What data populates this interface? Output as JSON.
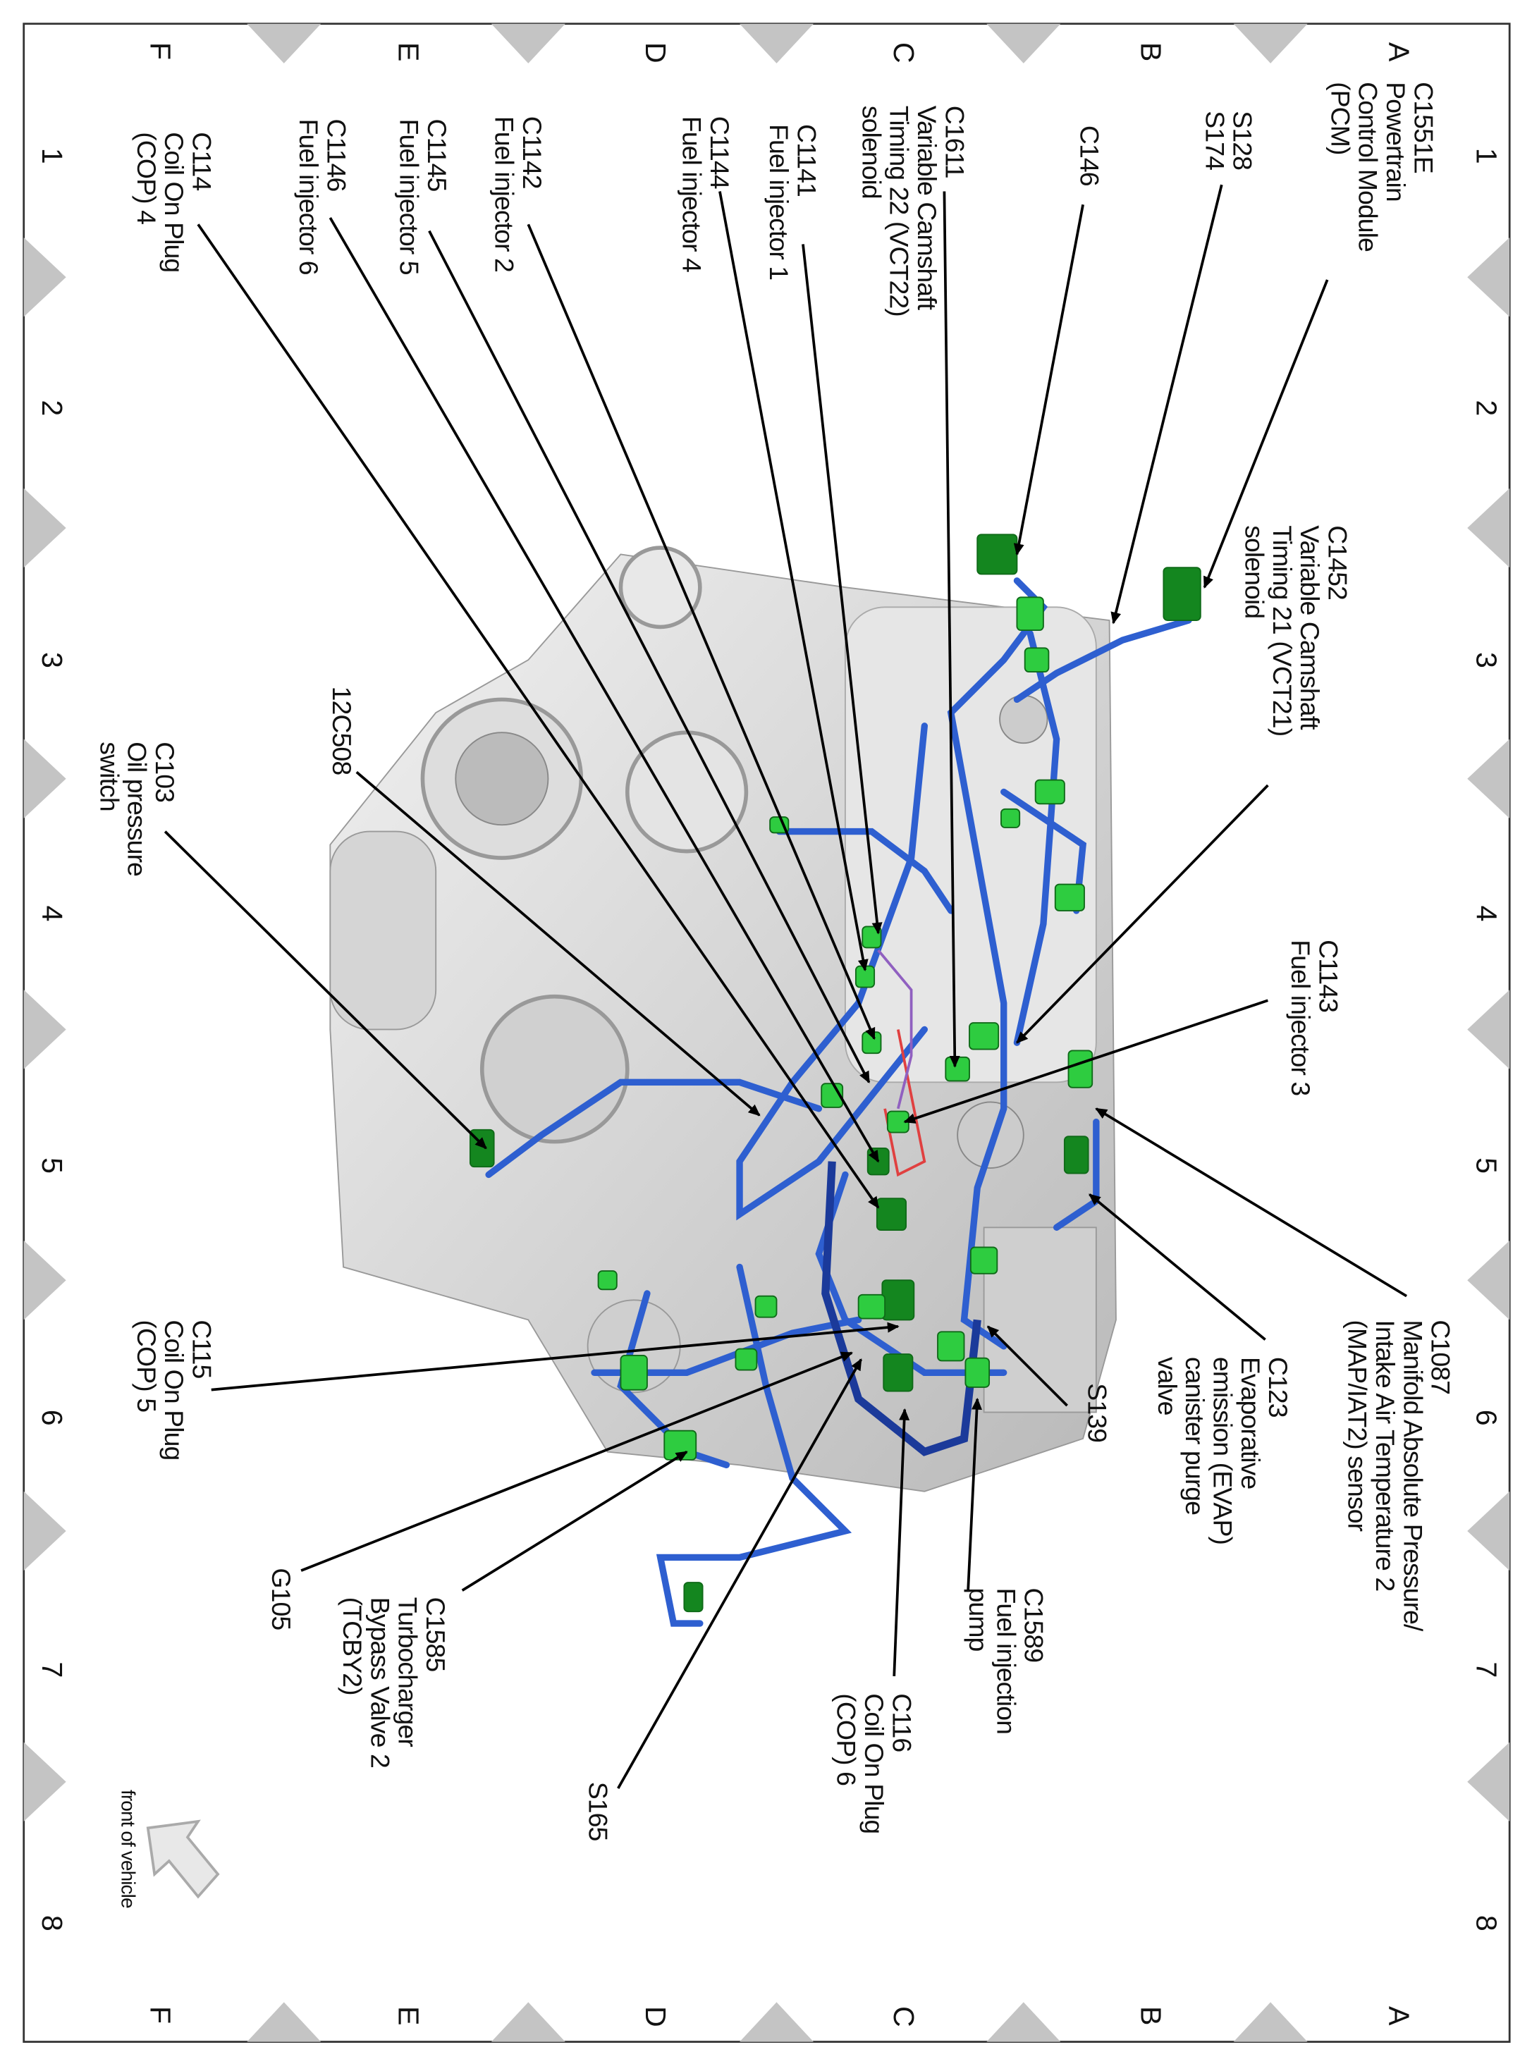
{
  "columns": [
    "1",
    "2",
    "3",
    "4",
    "5",
    "6",
    "7",
    "8"
  ],
  "rows": [
    "A",
    "B",
    "C",
    "D",
    "E",
    "F"
  ],
  "labels": {
    "c1551e": [
      "C1551E",
      "Powertrain",
      "Control Module",
      "(PCM)"
    ],
    "s128": [
      "S128",
      "S174"
    ],
    "c146": [
      "C146"
    ],
    "c1452": [
      "C1452",
      "Variable Camshaft",
      "Timing 21 (VCT21)",
      "solenoid"
    ],
    "c1611": [
      "C1611",
      "Variable Camshaft",
      "Timing 22 (VCT22)",
      "solenoid"
    ],
    "c1141": [
      "C1141",
      "Fuel injector 1"
    ],
    "c1144": [
      "C1144",
      "Fuel injector 4"
    ],
    "c1142": [
      "C1142",
      "Fuel injector 2"
    ],
    "c1145": [
      "C1145",
      "Fuel injector 5"
    ],
    "c1146": [
      "C1146",
      "Fuel injector 6"
    ],
    "c114": [
      "C114",
      "Coil On Plug",
      "(COP) 4"
    ],
    "c12c508": [
      "12C508"
    ],
    "c103": [
      "C103",
      "Oil pressure",
      "switch"
    ],
    "c1143": [
      "C1143",
      "Fuel injector 3"
    ],
    "c1087": [
      "C1087",
      "Manifold Absolute Pressure/",
      "Intake Air Temperature 2",
      "(MAP/IAT2) sensor"
    ],
    "c123": [
      "C123",
      "Evaporative",
      "emission (EVAP)",
      "canister purge",
      "valve"
    ],
    "s139": [
      "S139"
    ],
    "c1589": [
      "C1589",
      "Fuel injection",
      "pump"
    ],
    "c116": [
      "C116",
      "Coil On Plug",
      "(COP) 6"
    ],
    "c1585": [
      "C1585",
      "Turbocharger",
      "Bypass Valve 2",
      "(TCBY2)"
    ],
    "g105": [
      "G105"
    ],
    "c115": [
      "C115",
      "Coil On Plug",
      "(COP) 5"
    ],
    "s165": [
      "S165"
    ]
  },
  "front_of_vehicle": "front of vehicle",
  "colors": {
    "wire": "#2e5fd0",
    "wire_dark": "#1b3a9a",
    "connector": "#2ecc40",
    "connector_dark": "#14861f",
    "frame_marker": "#bdbdbd"
  }
}
